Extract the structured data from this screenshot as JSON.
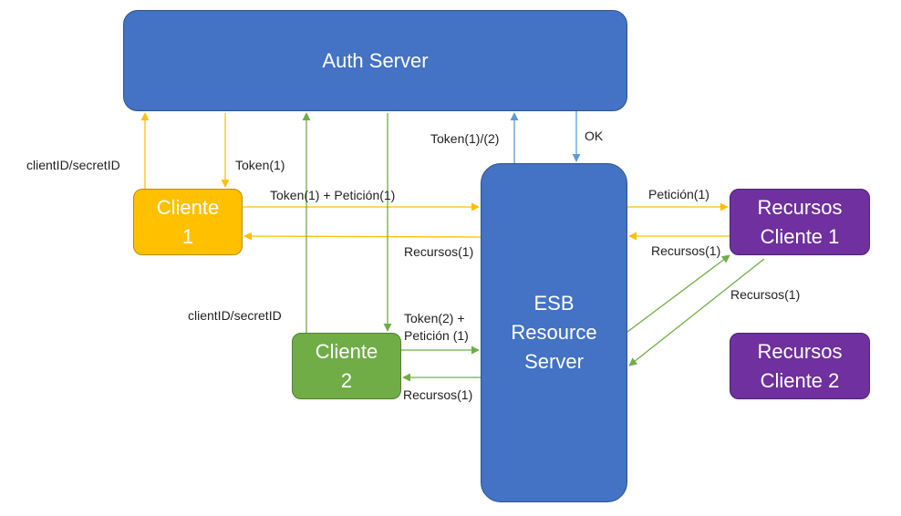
{
  "nodes": {
    "auth_server": "Auth Server",
    "esb": "ESB\nResource\nServer",
    "cliente1": "Cliente\n1",
    "cliente2": "Cliente\n2",
    "recursos1": "Recursos\nCliente 1",
    "recursos2": "Recursos\nCliente 2"
  },
  "labels": {
    "c1_credentials": "clientID/secretID",
    "c1_token": "Token(1)",
    "c1_request": "Token(1) + Petición(1)",
    "c1_resources": "Recursos(1)",
    "c2_credentials": "clientID/secretID",
    "c2_request": "Token(2) +\nPetición (1)",
    "c2_resources": "Recursos(1)",
    "esb_validate": "Token(1)/(2)",
    "auth_ok": "OK",
    "r1_request": "Petición(1)",
    "r1_resources_a": "Recursos(1)",
    "r1_resources_b": "Recursos(1)"
  },
  "colors": {
    "blue": "#4472c4",
    "orange": "#ffc000",
    "green": "#70ad47",
    "purple": "#7030a0",
    "arrow_yellow": "#ffc000",
    "arrow_green": "#70ad47",
    "arrow_blue": "#5b9bd5"
  }
}
